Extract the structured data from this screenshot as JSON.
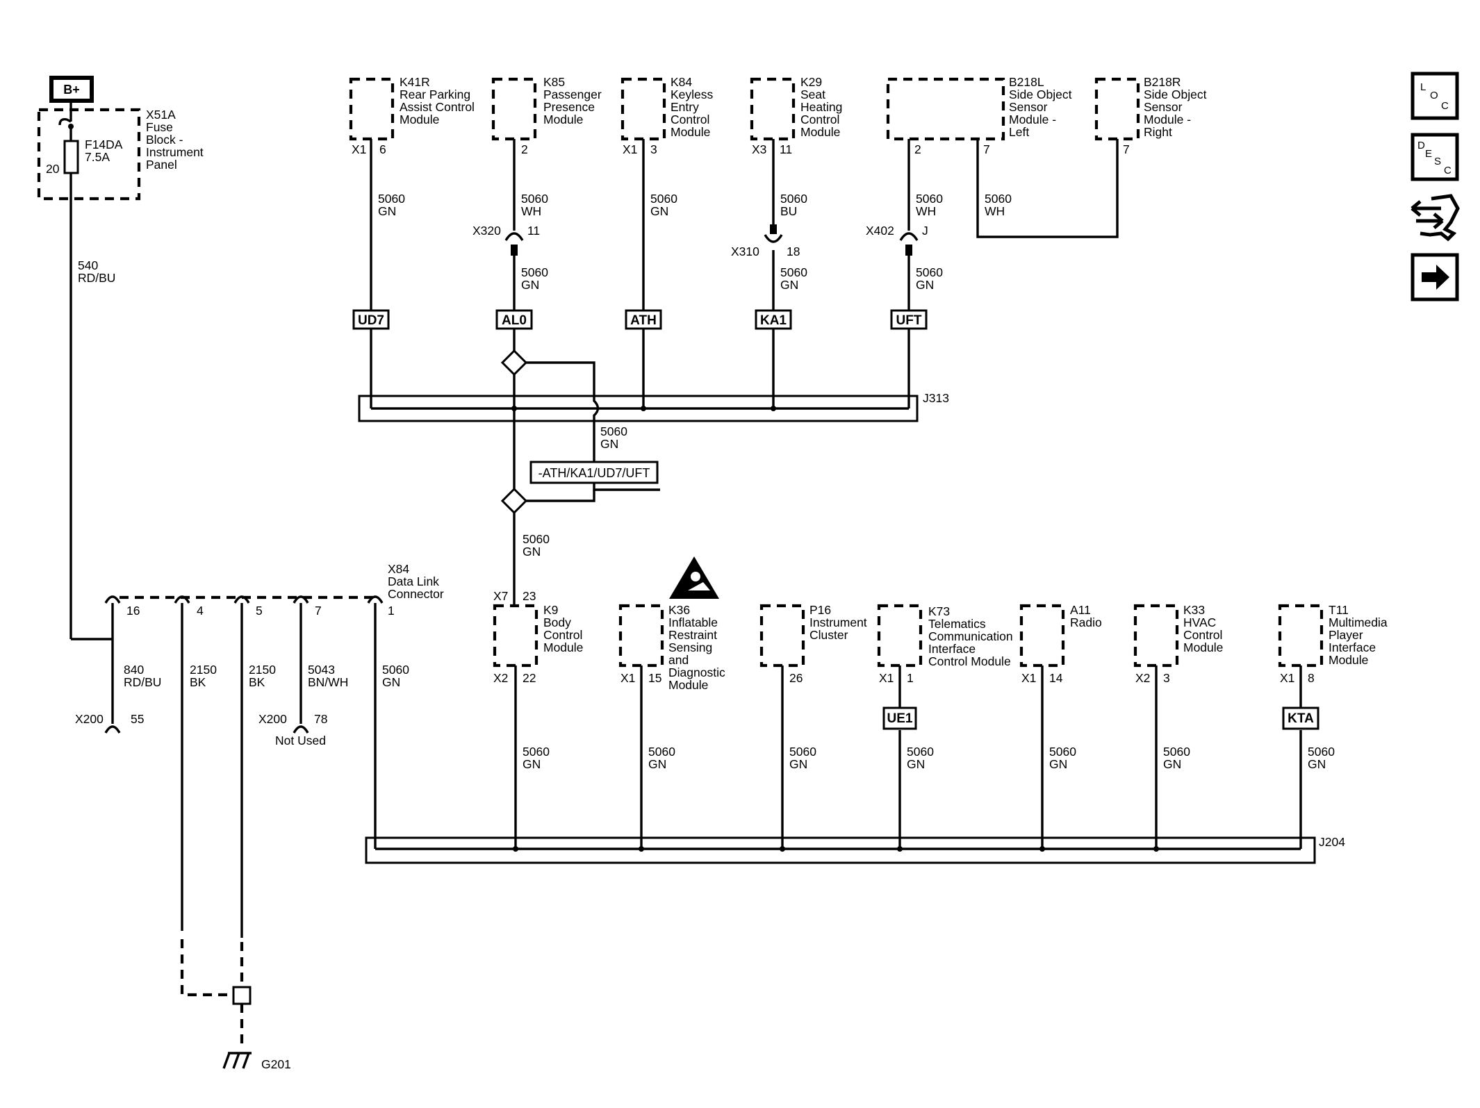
{
  "power": {
    "label": "B+"
  },
  "fuse_block": {
    "id": "X51A",
    "name": [
      "Fuse",
      "Block -",
      "Instrument",
      "Panel"
    ],
    "fuse_id": "F14DA",
    "fuse_rating": "7.5A",
    "pin": "20"
  },
  "wires": {
    "w540": [
      "540",
      "RD/BU"
    ],
    "w840": [
      "840",
      "RD/BU"
    ],
    "w2150a": [
      "2150",
      "BK"
    ],
    "w2150b": [
      "2150",
      "BK"
    ],
    "w5043": [
      "5043",
      "BN/WH"
    ],
    "gn": [
      "5060",
      "GN"
    ],
    "wh": [
      "5060",
      "WH"
    ],
    "bu": [
      "5060",
      "BU"
    ]
  },
  "top_modules": [
    {
      "id": "K41R",
      "name": [
        "Rear Parking",
        "Assist Control",
        "Module"
      ],
      "conn": "X1",
      "pin": "6"
    },
    {
      "id": "K85",
      "name": [
        "Passenger",
        "Presence",
        "Module"
      ],
      "conn": "",
      "pin": "2"
    },
    {
      "id": "K84",
      "name": [
        "Keyless",
        "Entry",
        "Control",
        "Module"
      ],
      "conn": "X1",
      "pin": "3"
    },
    {
      "id": "K29",
      "name": [
        "Seat",
        "Heating",
        "Control",
        "Module"
      ],
      "conn": "X3",
      "pin": "11"
    },
    {
      "id": "B218L",
      "name": [
        "Side Object",
        "Sensor",
        "Module -",
        "Left"
      ],
      "conn": "",
      "pin": "2",
      "pin2": "7"
    },
    {
      "id": "B218R",
      "name": [
        "Side Object",
        "Sensor",
        "Module -",
        "Right"
      ],
      "conn": "",
      "pin": "7"
    }
  ],
  "inline_connectors": [
    {
      "id": "X320",
      "pin": "11"
    },
    {
      "id": "X310",
      "pin": "18"
    },
    {
      "id": "X402",
      "pin": "J"
    }
  ],
  "top_labels": [
    "UD7",
    "AL0",
    "ATH",
    "KA1",
    "UFT"
  ],
  "splice_upper": "J313",
  "splice_lower": "J204",
  "option_label": "-ATH/KA1/UD7/UFT",
  "dlc": {
    "id": "X84",
    "name": [
      "Data Link",
      "Connector"
    ],
    "pins": [
      "16",
      "4",
      "5",
      "7",
      "1"
    ]
  },
  "x200": [
    {
      "id": "X200",
      "pin": "55"
    },
    {
      "id": "X200",
      "pin": "78",
      "note": "Not Used"
    }
  ],
  "ground": "G201",
  "k9": {
    "id": "K9",
    "name": [
      "Body",
      "Control",
      "Module"
    ],
    "conn_top": "X7",
    "pin_top": "23",
    "conn_bottom": "X2",
    "pin_bottom": "22"
  },
  "bottom_modules": [
    {
      "id": "K36",
      "name": [
        "Inflatable",
        "Restraint",
        "Sensing",
        "and",
        "Diagnostic",
        "Module"
      ],
      "conn": "X1",
      "pin": "15"
    },
    {
      "id": "P16",
      "name": [
        "Instrument",
        "Cluster"
      ],
      "conn": "",
      "pin": "26"
    },
    {
      "id": "K73",
      "name": [
        "Telematics",
        "Communication",
        "Interface",
        "Control Module"
      ],
      "conn": "X1",
      "pin": "1",
      "label": "UE1"
    },
    {
      "id": "A11",
      "name": [
        "Radio"
      ],
      "conn": "X1",
      "pin": "14"
    },
    {
      "id": "K33",
      "name": [
        "HVAC",
        "Control",
        "Module"
      ],
      "conn": "X2",
      "pin": "3"
    },
    {
      "id": "T11",
      "name": [
        "Multimedia",
        "Player",
        "Interface",
        "Module"
      ],
      "conn": "X1",
      "pin": "8",
      "label": "KTA"
    }
  ],
  "nav": {
    "loc": [
      "L",
      "O",
      "C"
    ],
    "desc": [
      "D",
      "E",
      "S",
      "C"
    ]
  },
  "icons": {
    "warning": "airbag-warning-icon",
    "connector_view": "connector-swap-icon",
    "next": "next-arrow-icon"
  }
}
